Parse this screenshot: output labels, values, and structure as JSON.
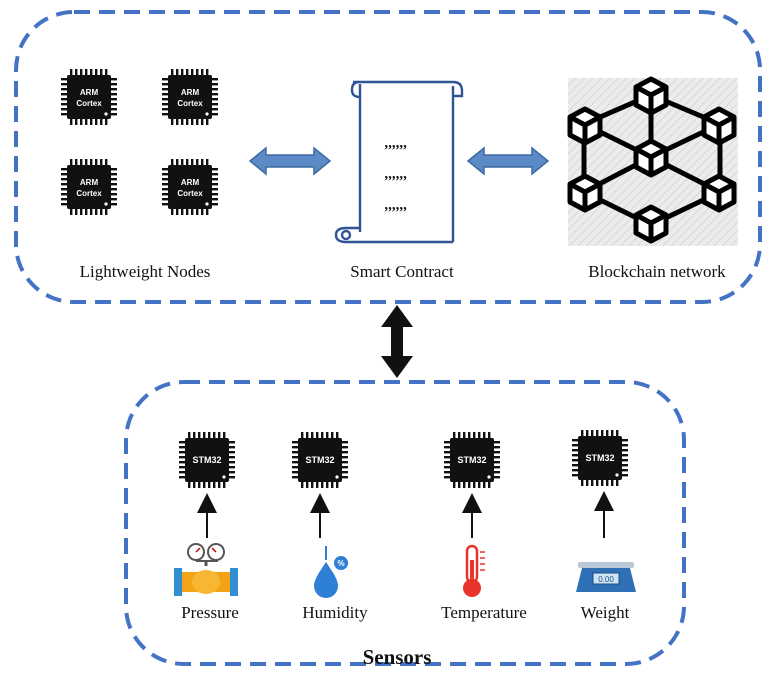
{
  "top_group": {
    "nodes_label": "Lightweight Nodes",
    "contract_label": "Smart Contract",
    "blockchain_label": "Blockchain network",
    "chips": [
      {
        "line1": "ARM",
        "line2": "Cortex"
      },
      {
        "line1": "ARM",
        "line2": "Cortex"
      },
      {
        "line1": "ARM",
        "line2": "Cortex"
      },
      {
        "line1": "ARM",
        "line2": "Cortex"
      }
    ],
    "contract_marks": [
      ",,,,,,",
      ",,,,,,",
      ",,,,,,"
    ]
  },
  "bottom_group": {
    "title": "Sensors",
    "sensors": [
      {
        "chip_label": "STM32",
        "label": "Pressure",
        "icon": "pressure-gauge-icon"
      },
      {
        "chip_label": "STM32",
        "label": "Humidity",
        "icon": "humidity-drop-icon"
      },
      {
        "chip_label": "STM32",
        "label": "Temperature",
        "icon": "thermometer-icon"
      },
      {
        "chip_label": "STM32",
        "label": "Weight",
        "icon": "weighing-scale-icon"
      }
    ],
    "scale_reading": "0.00"
  },
  "colors": {
    "dashed_border": "#4472c4",
    "double_arrow": "#5b8ac6",
    "chip_body": "#111111",
    "thermometer": "#e8342a",
    "drop": "#2e7fd6"
  }
}
